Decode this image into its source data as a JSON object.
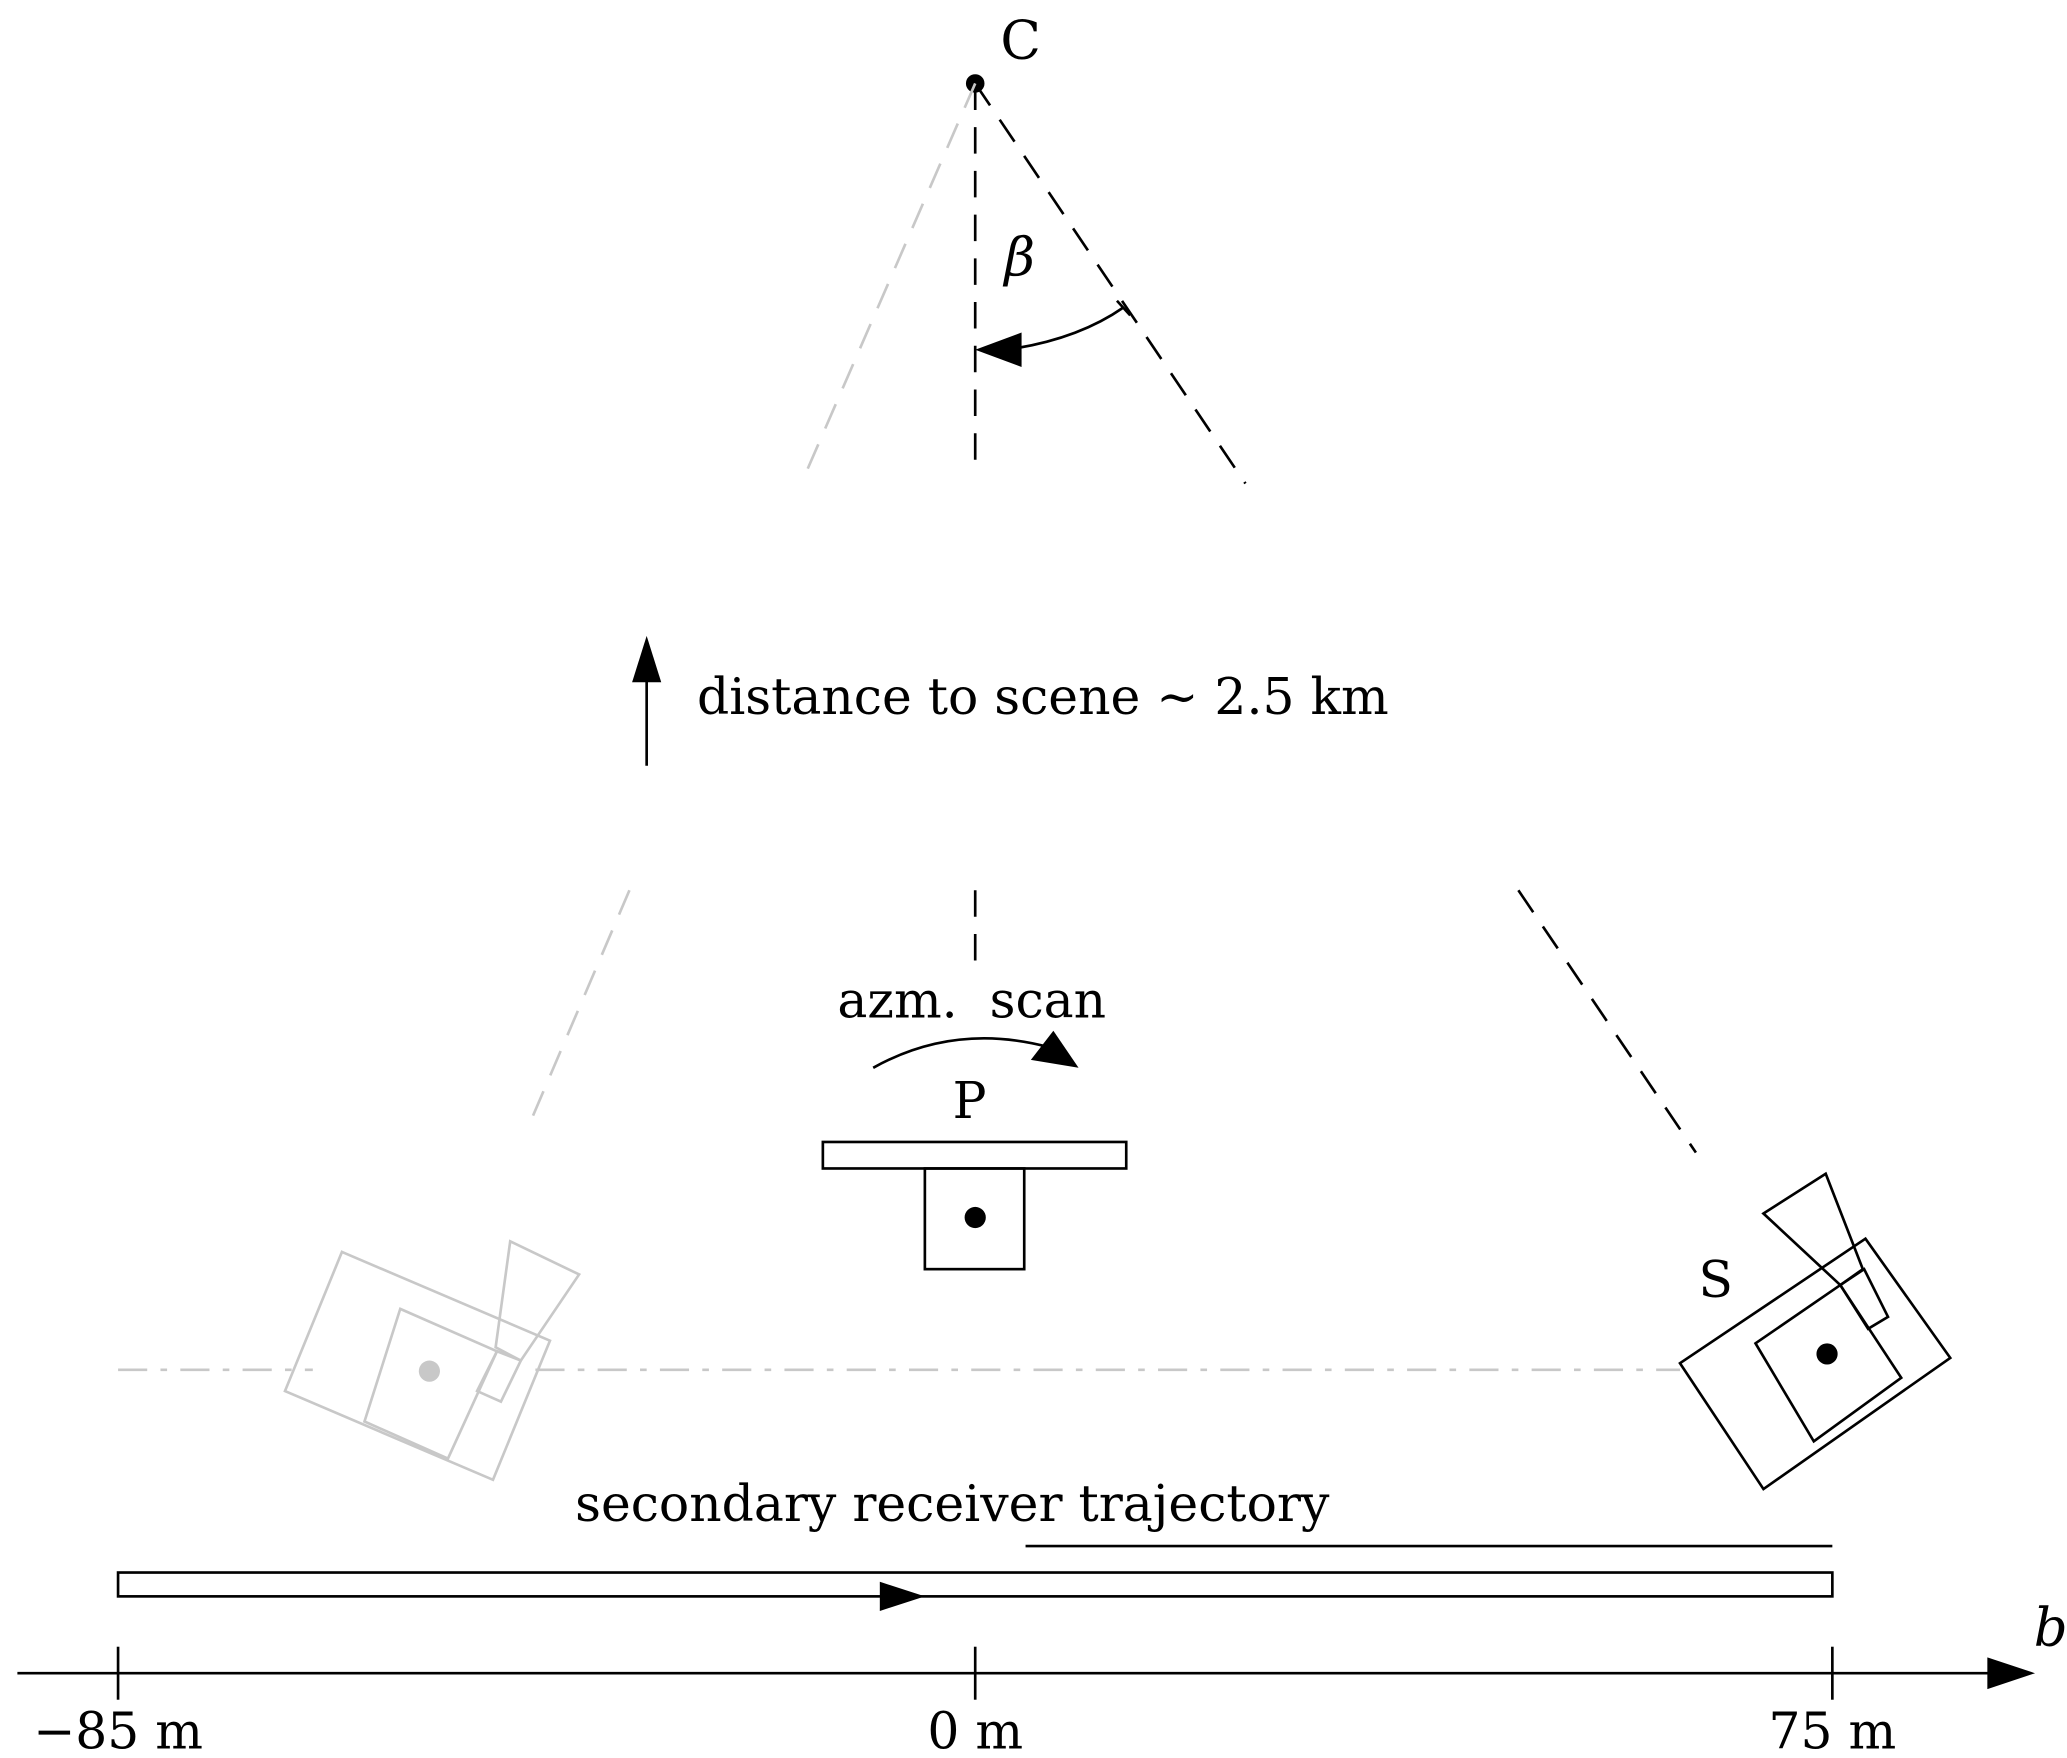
{
  "diagram": {
    "labels": {
      "center_point": "C",
      "angle": "β",
      "distance_note": "distance to scene ∼ 2.5 km",
      "azimuth_scan": "azm.  scan",
      "primary": "P",
      "secondary": "S",
      "trajectory": "secondary receiver trajectory",
      "axis_name": "b"
    },
    "axis": {
      "ticks": [
        {
          "value": -85,
          "label": "−85 m"
        },
        {
          "value": 0,
          "label": "0 m"
        },
        {
          "value": 75,
          "label": "75 m"
        }
      ],
      "unit": "m"
    },
    "colors": {
      "ink": "#000000",
      "ghost": "#c8c8c8"
    }
  }
}
